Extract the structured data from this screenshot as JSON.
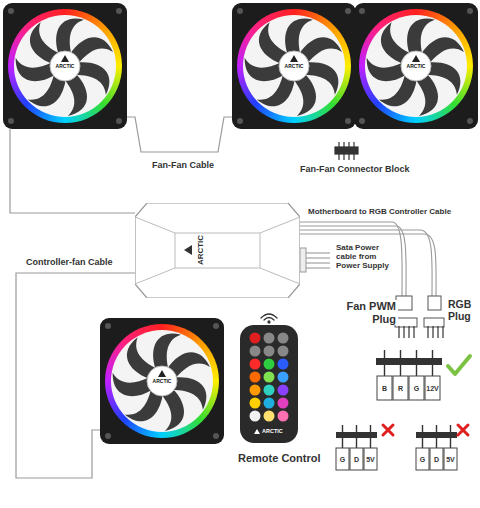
{
  "diagram": {
    "nodes": [
      {
        "text": [
          "ARCTIC"
        ]
      },
      {
        "text": [
          "ARCTIC"
        ]
      },
      {
        "text": [
          "ARCTIC"
        ]
      },
      {
        "text": [
          "ARCTIC"
        ]
      },
      {
        "text": [
          "ARCTIC"
        ]
      },
      {
        "text": [
          "ARCTIC"
        ]
      }
    ],
    "edges": [
      {
        "from": 0,
        "to": 1,
        "label": "Fan-Fan Cable",
        "arrow": "none"
      },
      {
        "from": 3,
        "to": 0,
        "arrow": "none"
      },
      {
        "from": 3,
        "to": 4,
        "label": "Controller-fan Cable",
        "arrow": "none"
      }
    ],
    "labels": [
      "Fan-Fan Connector Block",
      "Motherboard to RGB Controller Cable",
      "Sata Power cable from Power Supply",
      "Fan PWM Plug",
      "RGB Plug",
      "B",
      "R",
      "G",
      "12V",
      "G",
      "D",
      "5V",
      "G",
      "D",
      "5V",
      "Remote Control"
    ]
  }
}
